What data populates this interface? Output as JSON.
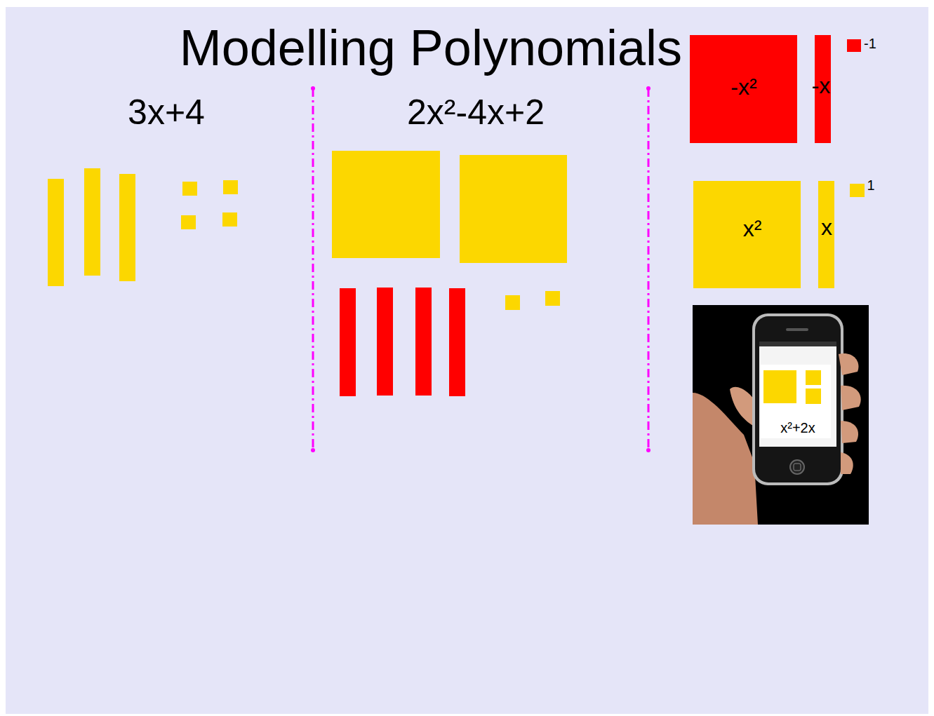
{
  "diagram": {
    "title": "Modelling Polynomials",
    "nodes": [
      {
        "text": [
          "-x²"
        ]
      },
      {
        "text": [
          "-x"
        ]
      },
      {
        "text": [
          "-1"
        ]
      },
      {
        "text": [
          "x²"
        ]
      },
      {
        "text": [
          "x"
        ]
      },
      {
        "text": [
          "1"
        ]
      },
      {
        "text": [
          "x²+2x"
        ]
      }
    ],
    "labels": [
      "3x+4",
      "2x²-4x+2"
    ]
  }
}
